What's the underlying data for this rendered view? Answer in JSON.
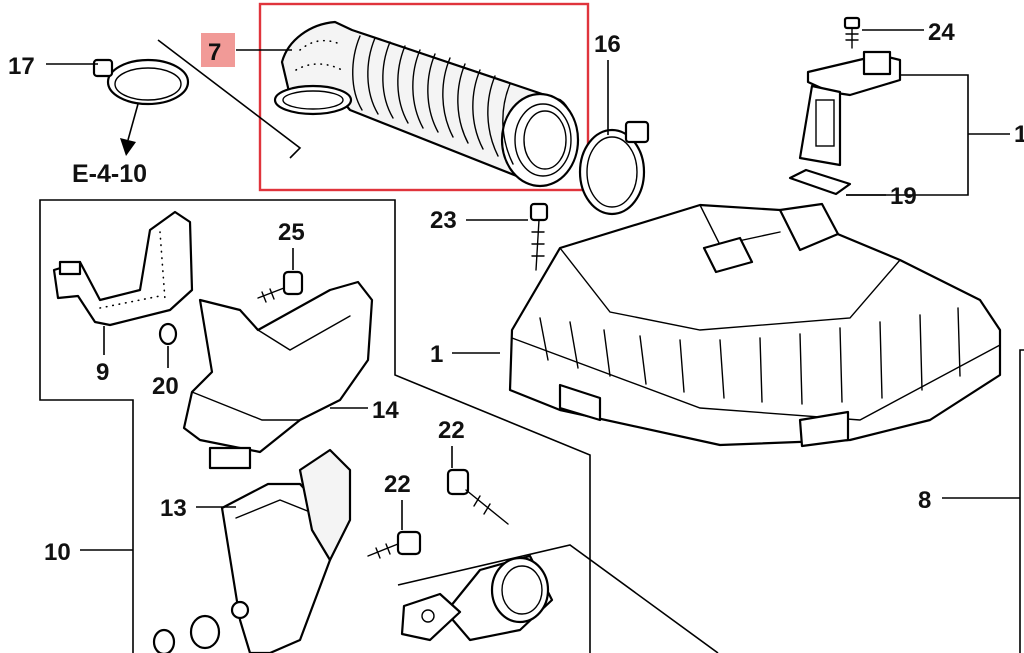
{
  "colors": {
    "highlight_box": "#e0343c",
    "highlight_tag_fill": "#f19a97",
    "ink": "#000000"
  },
  "labels": {
    "part_1": "1",
    "part_1_right": "1",
    "part_7": "7",
    "part_8": "8",
    "part_9": "9",
    "part_10": "10",
    "part_13": "13",
    "part_14": "14",
    "part_16": "16",
    "part_17": "17",
    "part_19": "19",
    "part_20": "20",
    "part_22a": "22",
    "part_22b": "22",
    "part_23": "23",
    "part_24": "24",
    "part_25": "25",
    "ref_e410": "E-4-10"
  }
}
